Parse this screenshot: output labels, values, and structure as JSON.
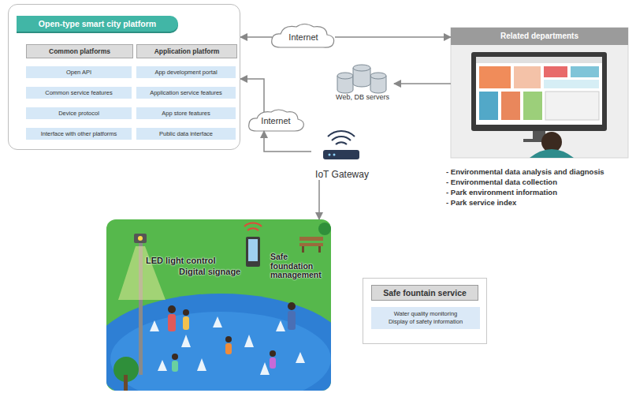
{
  "diagram": {
    "nodes": [
      {
        "text": [
          "Open-type smart city platform"
        ]
      },
      {
        "text": [
          "Common platforms"
        ],
        "in": 0
      },
      {
        "text": [
          "Open API"
        ],
        "in": 0
      },
      {
        "text": [
          "Common service features"
        ],
        "in": 0
      },
      {
        "text": [
          "Device protocol"
        ],
        "in": 0
      },
      {
        "text": [
          "Interface with other platforms"
        ],
        "in": 0
      },
      {
        "text": [
          "Application platform"
        ],
        "in": 0
      },
      {
        "text": [
          "App development portal"
        ],
        "in": 0
      },
      {
        "text": [
          "Application service features"
        ],
        "in": 0
      },
      {
        "text": [
          "App store features"
        ],
        "in": 0
      },
      {
        "text": [
          "Public data interface"
        ],
        "in": 0
      },
      {
        "text": [
          "Internet"
        ]
      },
      {
        "text": [
          "Related departments"
        ]
      },
      {
        "text": [
          "Web, DB servers"
        ]
      },
      {
        "text": [
          "Internet"
        ]
      },
      {
        "text": [
          "IoT Gateway"
        ]
      },
      {
        "text": [
          "LED light control",
          "Digital signage",
          "Safe foundation management"
        ]
      },
      {
        "text": [
          "Safe fountain service"
        ]
      },
      {
        "text": [
          "Water quality monitoring",
          "Display of safety information"
        ],
        "in": 17
      }
    ],
    "edges": [
      {
        "from": 11,
        "to": 0,
        "arrow": "to"
      },
      {
        "from": 11,
        "to": 12,
        "arrow": "to"
      },
      {
        "from": 12,
        "to": 13,
        "arrow": "to"
      },
      {
        "from": 14,
        "to": 0,
        "arrow": "to"
      },
      {
        "from": 15,
        "to": 14,
        "arrow": "to"
      },
      {
        "from": 15,
        "to": 16,
        "arrow": "to"
      }
    ],
    "labels": [
      "- Environmental data analysis and diagnosis",
      "- Environmental data collection",
      "- Park environment information",
      "- Park service index"
    ]
  }
}
